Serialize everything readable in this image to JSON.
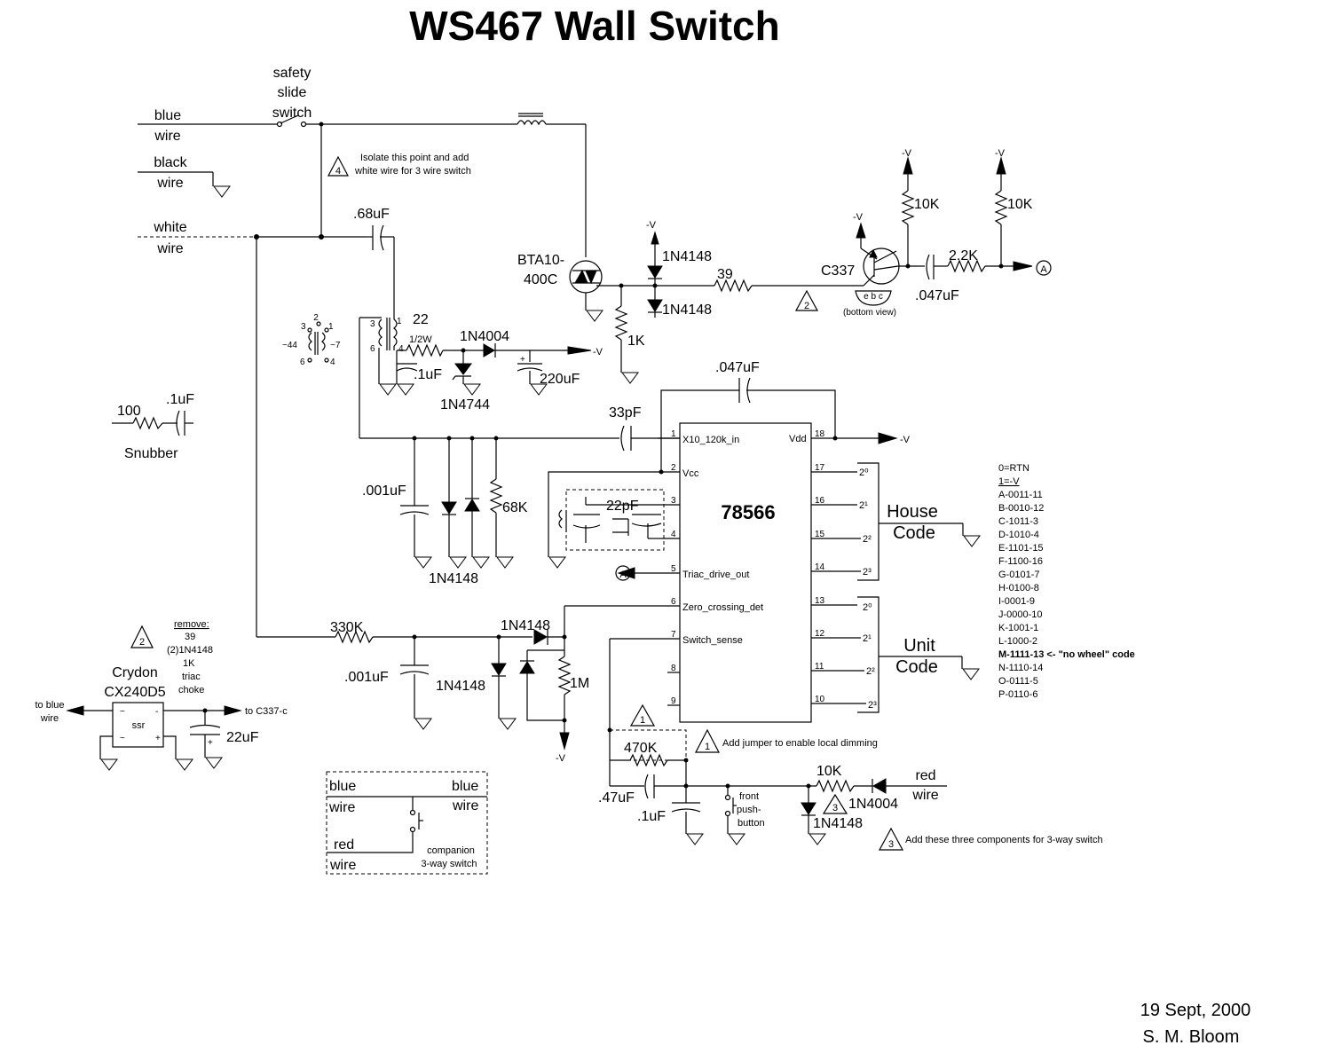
{
  "title": "WS467 Wall Switch",
  "date": "19 Sept, 2000",
  "author": "S. M. Bloom",
  "wires": {
    "blue": [
      "blue",
      "wire"
    ],
    "black": [
      "black",
      "wire"
    ],
    "white": [
      "white",
      "wire"
    ],
    "red": [
      "red",
      "wire"
    ]
  },
  "switch_label": [
    "safety",
    "slide",
    "switch"
  ],
  "note4": [
    "Isolate this point and add",
    "white wire for 3 wire switch"
  ],
  "note1": "Add jumper to enable local dimming",
  "note3": "Add these three components for 3-way switch",
  "markers": {
    "one": "1",
    "two": "2",
    "three": "3",
    "four": "4",
    "a": "A"
  },
  "components": {
    "c068": ".68uF",
    "triac": [
      "BTA10-",
      "400C"
    ],
    "d1n4148": "1N4148",
    "r39": "39",
    "r1k": "1K",
    "c337": "C337",
    "ebc": "e b c",
    "bottom_view": "(bottom view)",
    "r10k": "10K",
    "r22k": "2.2K",
    "c047": ".047uF",
    "neg_v": "-V",
    "r22": "22",
    "r22w": "1/2W",
    "d1n4004": "1N4004",
    "c1uf": ".1uF",
    "zener": "1N4744",
    "c220": "220uF",
    "xf_pins": [
      "3",
      "2",
      "1",
      "~44",
      "~7",
      "6",
      "4"
    ],
    "xf_pin_small": [
      "3",
      "1",
      "6",
      "4"
    ],
    "snub_r": "100",
    "snub_c": ".1uF",
    "snubber": "Snubber",
    "c047b": ".047uF",
    "c33p": "33pF",
    "c001": ".001uF",
    "r68k": "68K",
    "c22p": "22pF",
    "r330k": "330K",
    "r1m": "1M",
    "r470k": "470K",
    "c047uf": ".47uF",
    "front": [
      "front",
      "push-",
      "button"
    ],
    "ssr_title": [
      "Crydon",
      "CX240D5"
    ],
    "ssr": "ssr",
    "ssr_pins": [
      "~",
      "-",
      "~",
      "+"
    ],
    "to_blue": [
      "to blue",
      "wire"
    ],
    "to_c337": "to C337-c",
    "c22u": "22uF",
    "remove": [
      "remove:",
      "39",
      "(2)1N4148",
      "1K",
      "triac",
      "choke"
    ],
    "companion": [
      "companion",
      "3-way switch"
    ]
  },
  "chip": {
    "name": "78566",
    "left_pins": [
      {
        "n": "1",
        "label": "X10_120k_in"
      },
      {
        "n": "2",
        "label": "Vcc"
      },
      {
        "n": "3",
        "label": ""
      },
      {
        "n": "4",
        "label": ""
      },
      {
        "n": "5",
        "label": "Triac_drive_out"
      },
      {
        "n": "6",
        "label": "Zero_crossing_det"
      },
      {
        "n": "7",
        "label": "Switch_sense"
      },
      {
        "n": "8",
        "label": ""
      },
      {
        "n": "9",
        "label": ""
      }
    ],
    "right_pins": [
      {
        "n": "18",
        "label": "Vdd"
      },
      {
        "n": "17",
        "label": "2⁰"
      },
      {
        "n": "16",
        "label": "2¹"
      },
      {
        "n": "15",
        "label": "2²"
      },
      {
        "n": "14",
        "label": "2³"
      },
      {
        "n": "13",
        "label": "2⁰"
      },
      {
        "n": "12",
        "label": "2¹"
      },
      {
        "n": "11",
        "label": "2²"
      },
      {
        "n": "10",
        "label": "2³"
      }
    ],
    "house_code": [
      "House",
      "Code"
    ],
    "unit_code": [
      "Unit",
      "Code"
    ]
  },
  "code_table": [
    "0=RTN",
    "1=-V",
    "A-0011-11",
    "B-0010-12",
    "C-1011-3",
    "D-1010-4",
    "E-1101-15",
    "F-1100-16",
    "G-0101-7",
    "H-0100-8",
    "I-0001-9",
    "J-0000-10",
    "K-1001-1",
    "L-1000-2",
    "M-1111-13 <- \"no wheel\" code",
    "N-1110-14",
    "O-0111-5",
    "P-0110-6"
  ]
}
